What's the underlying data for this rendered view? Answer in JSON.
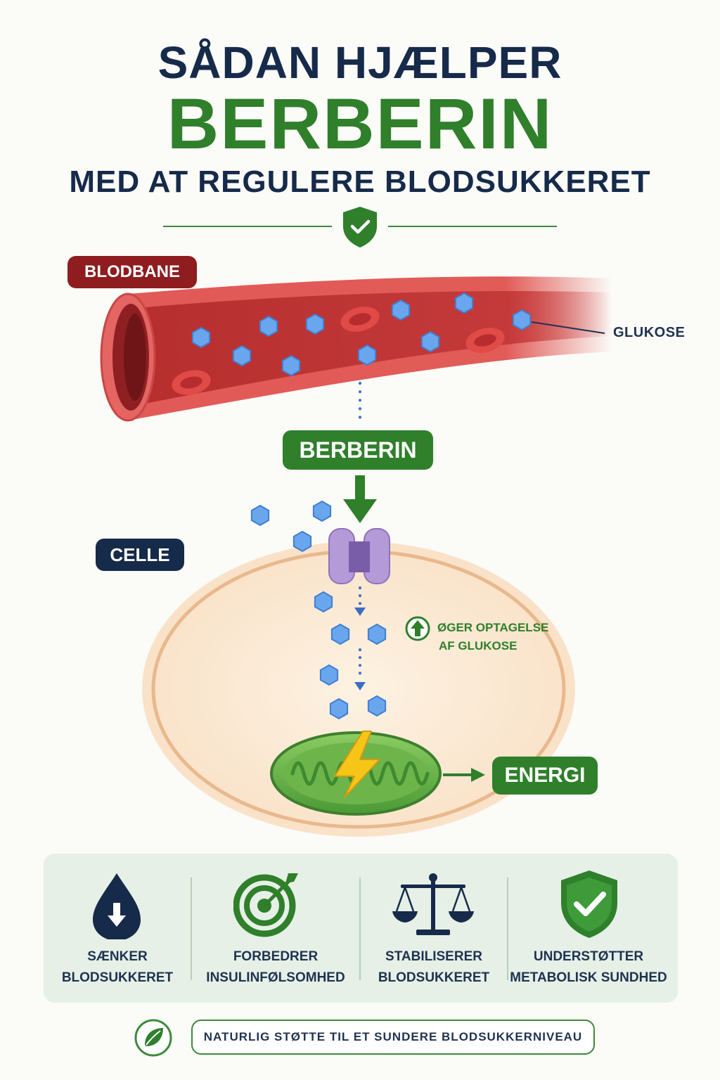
{
  "header": {
    "line1": "SÅDAN HJÆLPER",
    "line2": "BERBERIN",
    "line3": "MED AT REGULERE BLODSUKKERET"
  },
  "diagram": {
    "bloodstream_label": "BLODBANE",
    "glucose_label": "GLUKOSE",
    "berberine_label": "BERBERIN",
    "cell_label": "CELLE",
    "uptake_note": [
      "ØGER OPTAGELSE",
      "AF GLUKOSE"
    ],
    "energy_label": "ENERGI"
  },
  "benefits": [
    {
      "icon": "blood-drop-down-icon",
      "line1": "SÆNKER",
      "line2": "BLODSUKKERET"
    },
    {
      "icon": "target-icon",
      "line1": "FORBEDRER",
      "line2": "INSULINFØLSOMHED"
    },
    {
      "icon": "balance-scale-icon",
      "line1": "STABILISERER",
      "line2": "BLODSUKKERET"
    },
    {
      "icon": "shield-check-icon",
      "line1": "UNDERSTØTTER",
      "line2": "METABOLISK SUNDHED"
    }
  ],
  "footer": {
    "text": "NATURLIG STØTTE TIL ET SUNDERE BLODSUKKERNIVEAU"
  },
  "colors": {
    "navy": "#162a4a",
    "green": "#2f7f2b",
    "blood_red": "#c83b3b",
    "glucose_blue": "#5b9be6",
    "cell_beige": "#fbe9d3"
  }
}
